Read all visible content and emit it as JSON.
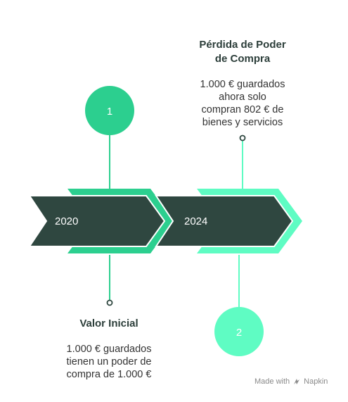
{
  "timeline": {
    "years": [
      "2020",
      "2024"
    ],
    "steps": [
      "1",
      "2"
    ],
    "colors": {
      "dark_arrow": "#2f4740",
      "step1": "#2ccf8f",
      "step2": "#5ffcc3"
    }
  },
  "events": [
    {
      "title": "Valor Inicial",
      "description": "1.000 € guardados\ntienen un poder de\ncompra de 1.000 €"
    },
    {
      "title": "Pérdida de Poder\nde Compra",
      "description": "1.000 € guardados\nahora solo\ncompran 802 € de\nbienes y servicios"
    }
  ],
  "footer": {
    "made_with": "Made with",
    "brand": "Napkin"
  }
}
